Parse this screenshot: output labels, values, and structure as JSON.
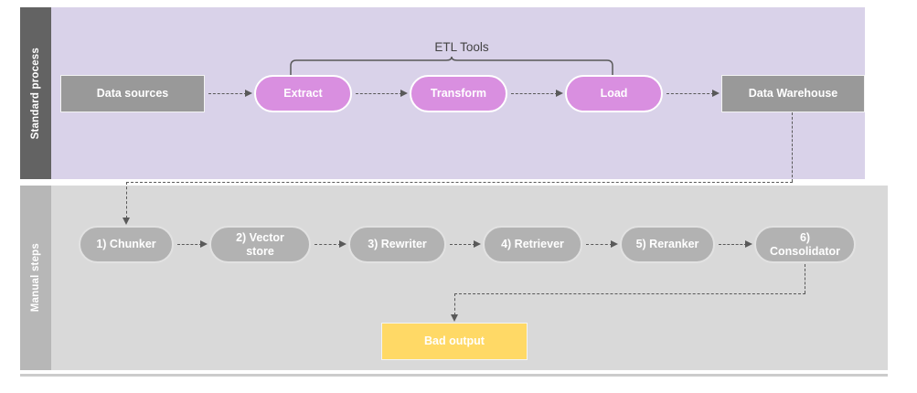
{
  "diagram": {
    "title_label": "ETL Tools",
    "lanes": [
      {
        "id": "standard-process",
        "label": "Standard process",
        "band_color": "#636363",
        "body_color": "#d9d2e9"
      },
      {
        "id": "manual-steps",
        "label": "Manual steps",
        "band_color": "#b7b7b7",
        "body_color": "#d9d9d9"
      }
    ],
    "standard_process": {
      "source": {
        "label": "Data sources",
        "shape": "rect",
        "color": "#999999"
      },
      "etl_steps": [
        {
          "label": "Extract",
          "shape": "pill",
          "color": "#d98fe0"
        },
        {
          "label": "Transform",
          "shape": "pill",
          "color": "#d98fe0"
        },
        {
          "label": "Load",
          "shape": "pill",
          "color": "#d98fe0"
        }
      ],
      "sink": {
        "label": "Data Warehouse",
        "shape": "rect",
        "color": "#999999"
      }
    },
    "manual_steps": {
      "steps": [
        {
          "label": "1) Chunker",
          "shape": "pill",
          "color": "#b2b2b2"
        },
        {
          "label": "2) Vector\nstore",
          "shape": "pill",
          "color": "#b2b2b2"
        },
        {
          "label": "3) Rewriter",
          "shape": "pill",
          "color": "#b2b2b2"
        },
        {
          "label": "4) Retriever",
          "shape": "pill",
          "color": "#b2b2b2"
        },
        {
          "label": "5) Reranker",
          "shape": "pill",
          "color": "#b2b2b2"
        },
        {
          "label": "6)\nConsolidator",
          "shape": "pill",
          "color": "#b2b2b2"
        }
      ],
      "output": {
        "label": "Bad output",
        "shape": "rect",
        "color": "#ffd966"
      }
    },
    "colors": {
      "connector": "#595959",
      "divider": "#cccccc",
      "node_text": "#ffffff",
      "label_text": "#434343"
    }
  }
}
